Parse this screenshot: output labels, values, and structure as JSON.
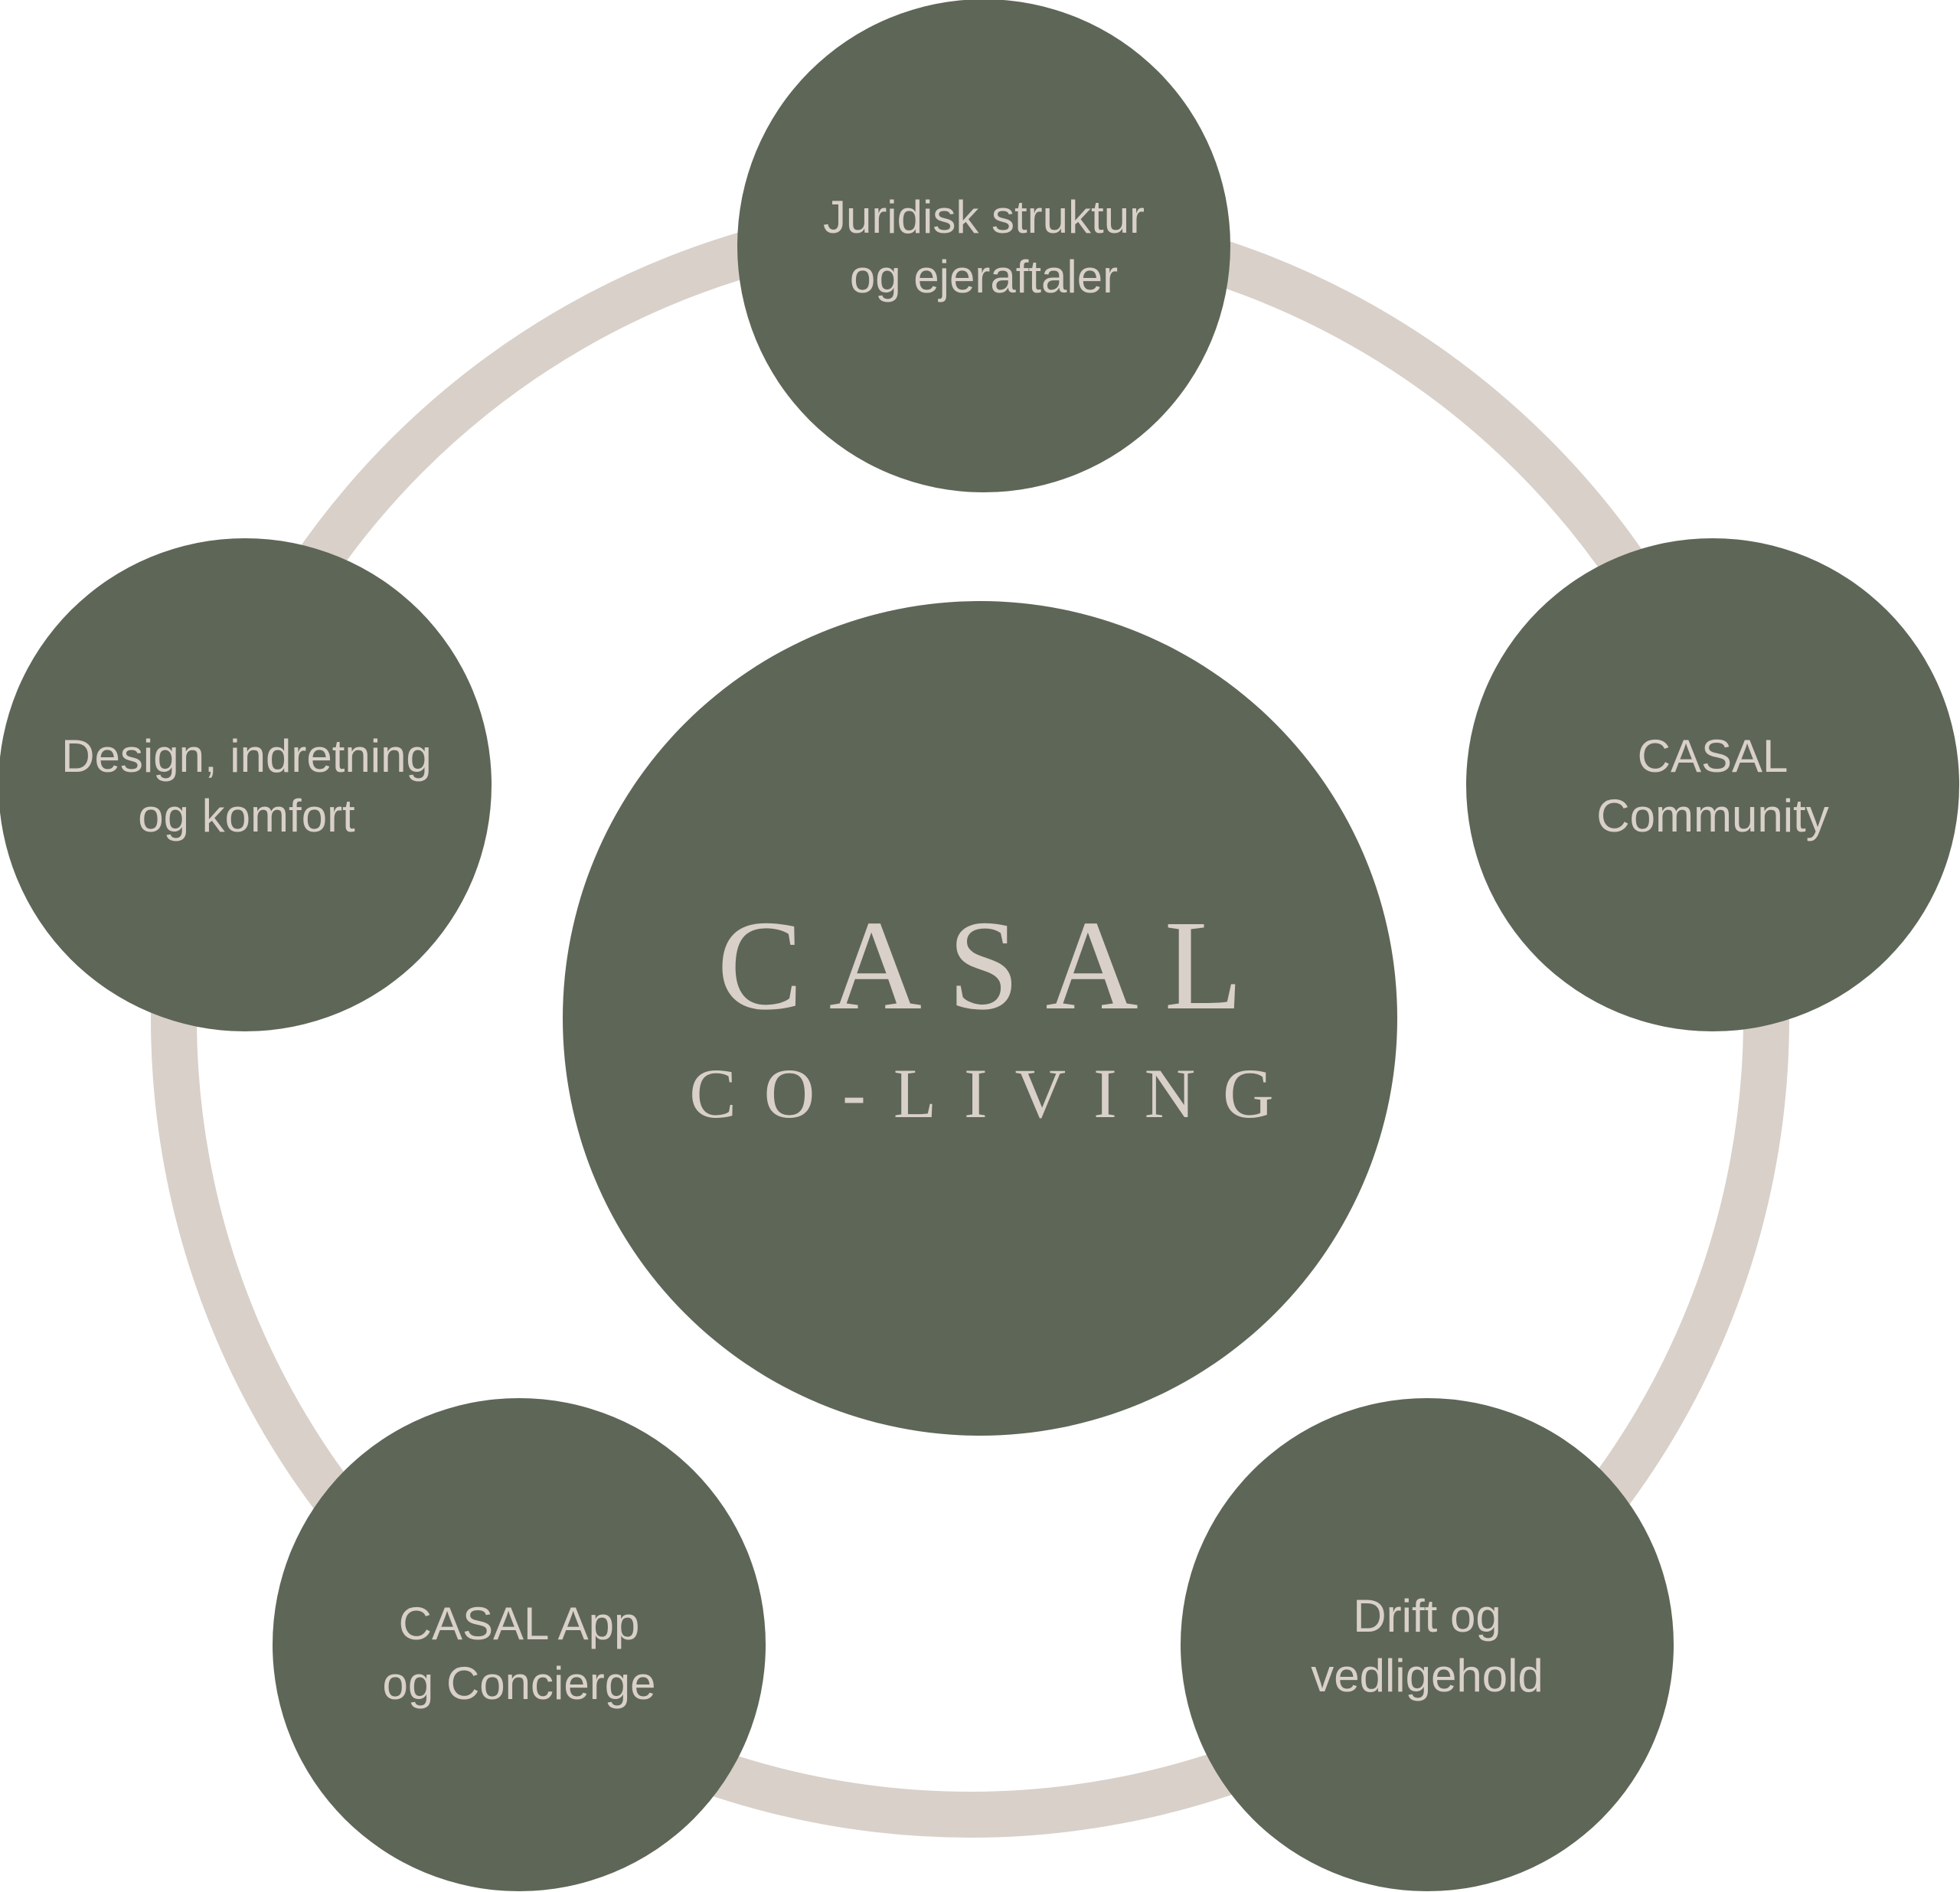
{
  "colors": {
    "node_fill": "#5e6657",
    "ring_stroke": "#d8d0c9",
    "text": "#d8d0c9",
    "background": "#ffffff"
  },
  "center": {
    "title": "CASAL",
    "subtitle": "CO-LIVING"
  },
  "nodes": [
    {
      "id": "top",
      "lines": [
        "Juridisk struktur",
        "og ejeraftaler"
      ]
    },
    {
      "id": "right",
      "lines": [
        "CASAL",
        "Community"
      ]
    },
    {
      "id": "bottom-right",
      "lines": [
        "Drift og",
        "vedligehold"
      ]
    },
    {
      "id": "bottom-left",
      "lines": [
        "CASAL App",
        "og Concierge"
      ]
    },
    {
      "id": "left",
      "lines": [
        "Design, indretning",
        "og komfort"
      ]
    }
  ]
}
